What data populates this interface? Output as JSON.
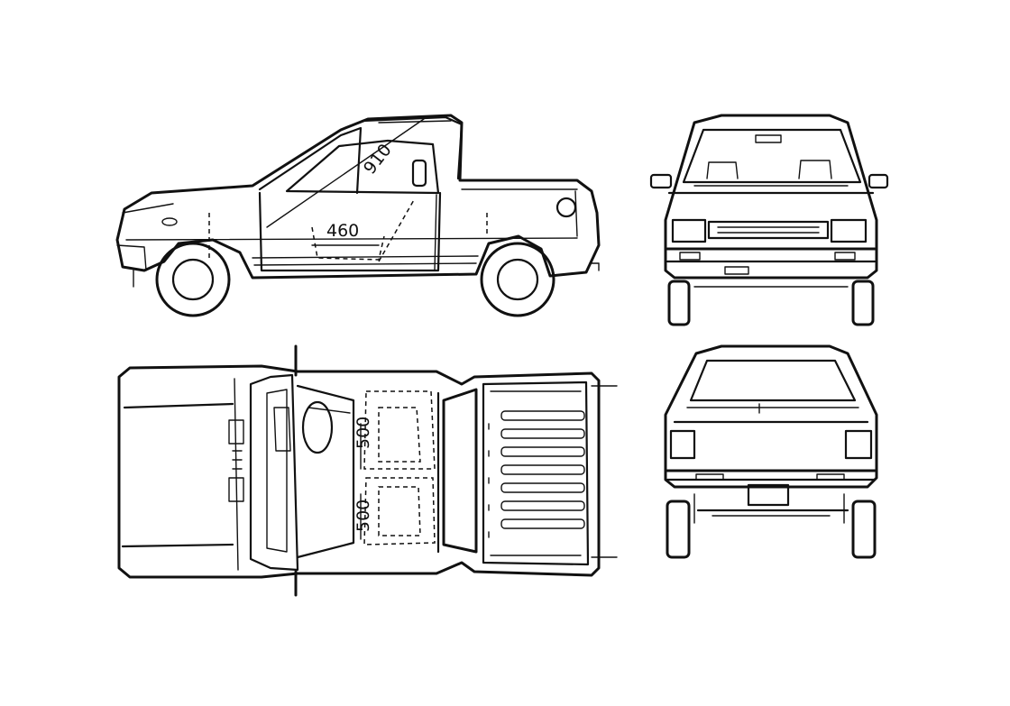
{
  "dimensions": {
    "side_diagonal": "910",
    "side_seat": "460",
    "top_front_seat": "500",
    "top_rear_seat": "500"
  },
  "colors": {
    "line": "#111111",
    "paper": "#ffffff"
  }
}
